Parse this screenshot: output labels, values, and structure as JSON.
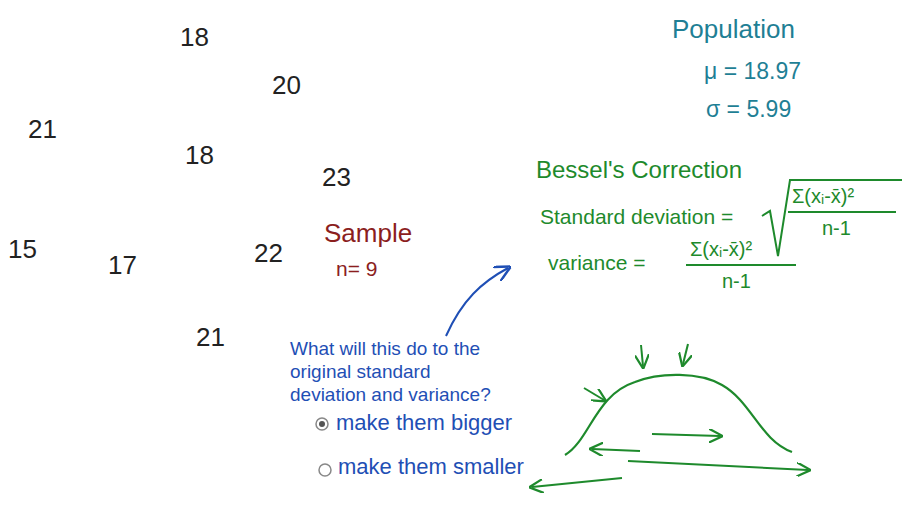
{
  "diagram": {
    "labels": [
      "18",
      "20",
      "21",
      "18",
      "23",
      "15",
      "17",
      "22",
      "21",
      "Sample",
      "n= 9",
      "Population",
      "μ = 18.97",
      "σ = 5.99",
      "Bessel's Correction",
      "Standard deviation =",
      "Σ(xᵢ-x̄)²",
      "n-1",
      "variance =",
      "Σ(xᵢ-x̄)²",
      "n-1",
      "What will this do to the original standard deviation and variance?",
      "make them bigger",
      "make them smaller"
    ]
  }
}
